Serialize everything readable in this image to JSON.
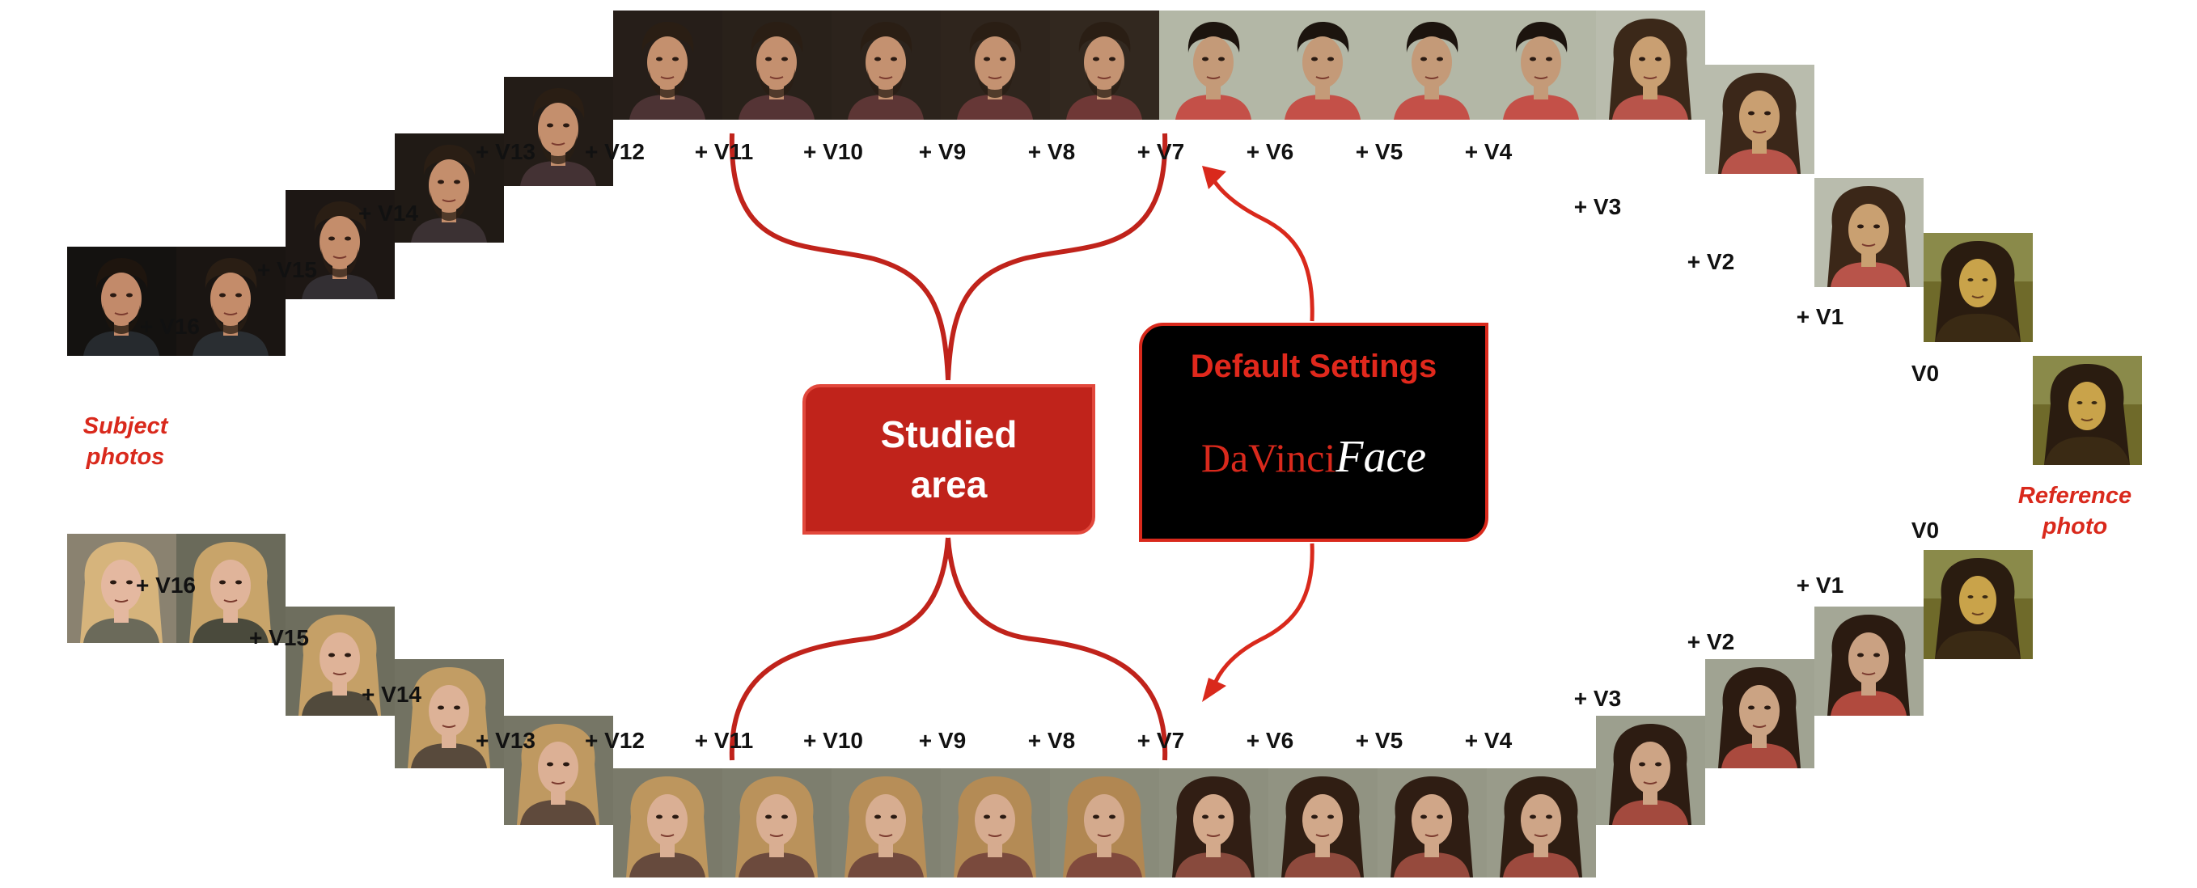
{
  "labels": {
    "subject_photos": "Subject photos",
    "reference_photo": "Reference photo",
    "studied_area": "Studied area",
    "default_settings": "Default Settings",
    "brand_part1": "DaVinci",
    "brand_part2": "Face"
  },
  "colors": {
    "accent_red": "#d9291c",
    "box_red": "#c0231b",
    "box_black": "#000000"
  },
  "top_row": {
    "subject_icon": "male-portrait-icon",
    "reference_icon": "mona-lisa-portrait-icon",
    "versions": [
      "+ V16",
      "+ V15",
      "+ V14",
      "+ V13",
      "+ V12",
      "+ V11",
      "+ V10",
      "+ V9",
      "+ V8",
      "+ V7",
      "+ V6",
      "+ V5",
      "+ V4",
      "+ V3",
      "+ V2",
      "+ V1",
      "V0"
    ]
  },
  "bottom_row": {
    "subject_icon": "female-portrait-icon",
    "versions": [
      "+ V16",
      "+ V15",
      "+ V14",
      "+ V13",
      "+ V12",
      "+ V11",
      "+ V10",
      "+ V9",
      "+ V8",
      "+ V7",
      "+ V6",
      "+ V5",
      "+ V4",
      "+ V3",
      "+ V2",
      "+ V1",
      "V0"
    ]
  }
}
